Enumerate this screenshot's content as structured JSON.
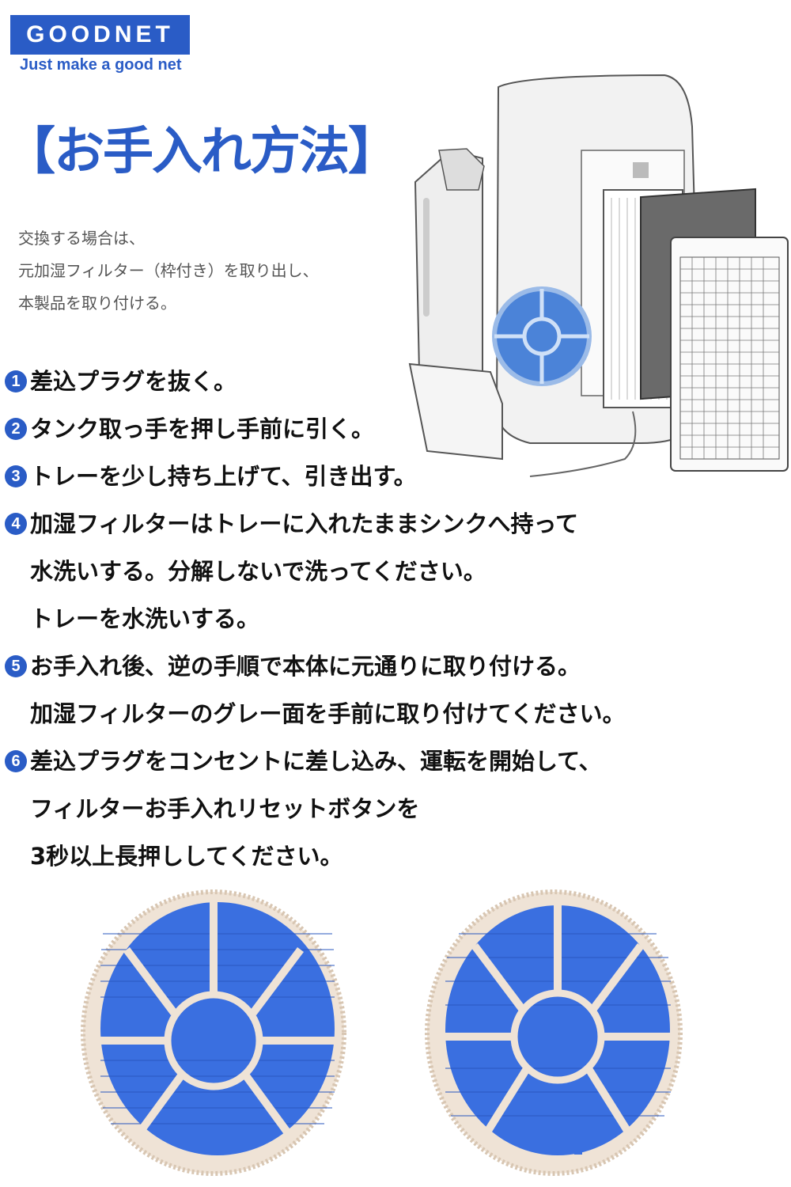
{
  "brand": {
    "name": "GOODNET",
    "tagline": "Just make a good net",
    "color": "#2a5cc6"
  },
  "title": "【お手入れ方法】",
  "intro": [
    "交換する場合は、",
    "元加湿フィルター（枠付き）を取り出し、",
    "本製品を取り付ける。"
  ],
  "steps": [
    {
      "num": "1",
      "lines": [
        "差込プラグを抜く。"
      ]
    },
    {
      "num": "2",
      "lines": [
        "タンク取っ手を押し手前に引く。"
      ]
    },
    {
      "num": "3",
      "lines": [
        "トレーを少し持ち上げて、引き出す。"
      ]
    },
    {
      "num": "4",
      "lines": [
        "加湿フィルターはトレーに入れたままシンクへ持って",
        "水洗いする。分解しないで洗ってください。",
        "トレーを水洗いする。"
      ]
    },
    {
      "num": "5",
      "lines": [
        "お手入れ後、逆の手順で本体に元通りに取り付ける。",
        "加湿フィルターのグレー面を手前に取り付けてください。"
      ]
    },
    {
      "num": "6",
      "lines": [
        "差込プラグをコンセントに差し込み、運転を開始して、",
        "フィルターお手入れリセットボタンを",
        "3秒以上長押ししてください。"
      ]
    }
  ]
}
